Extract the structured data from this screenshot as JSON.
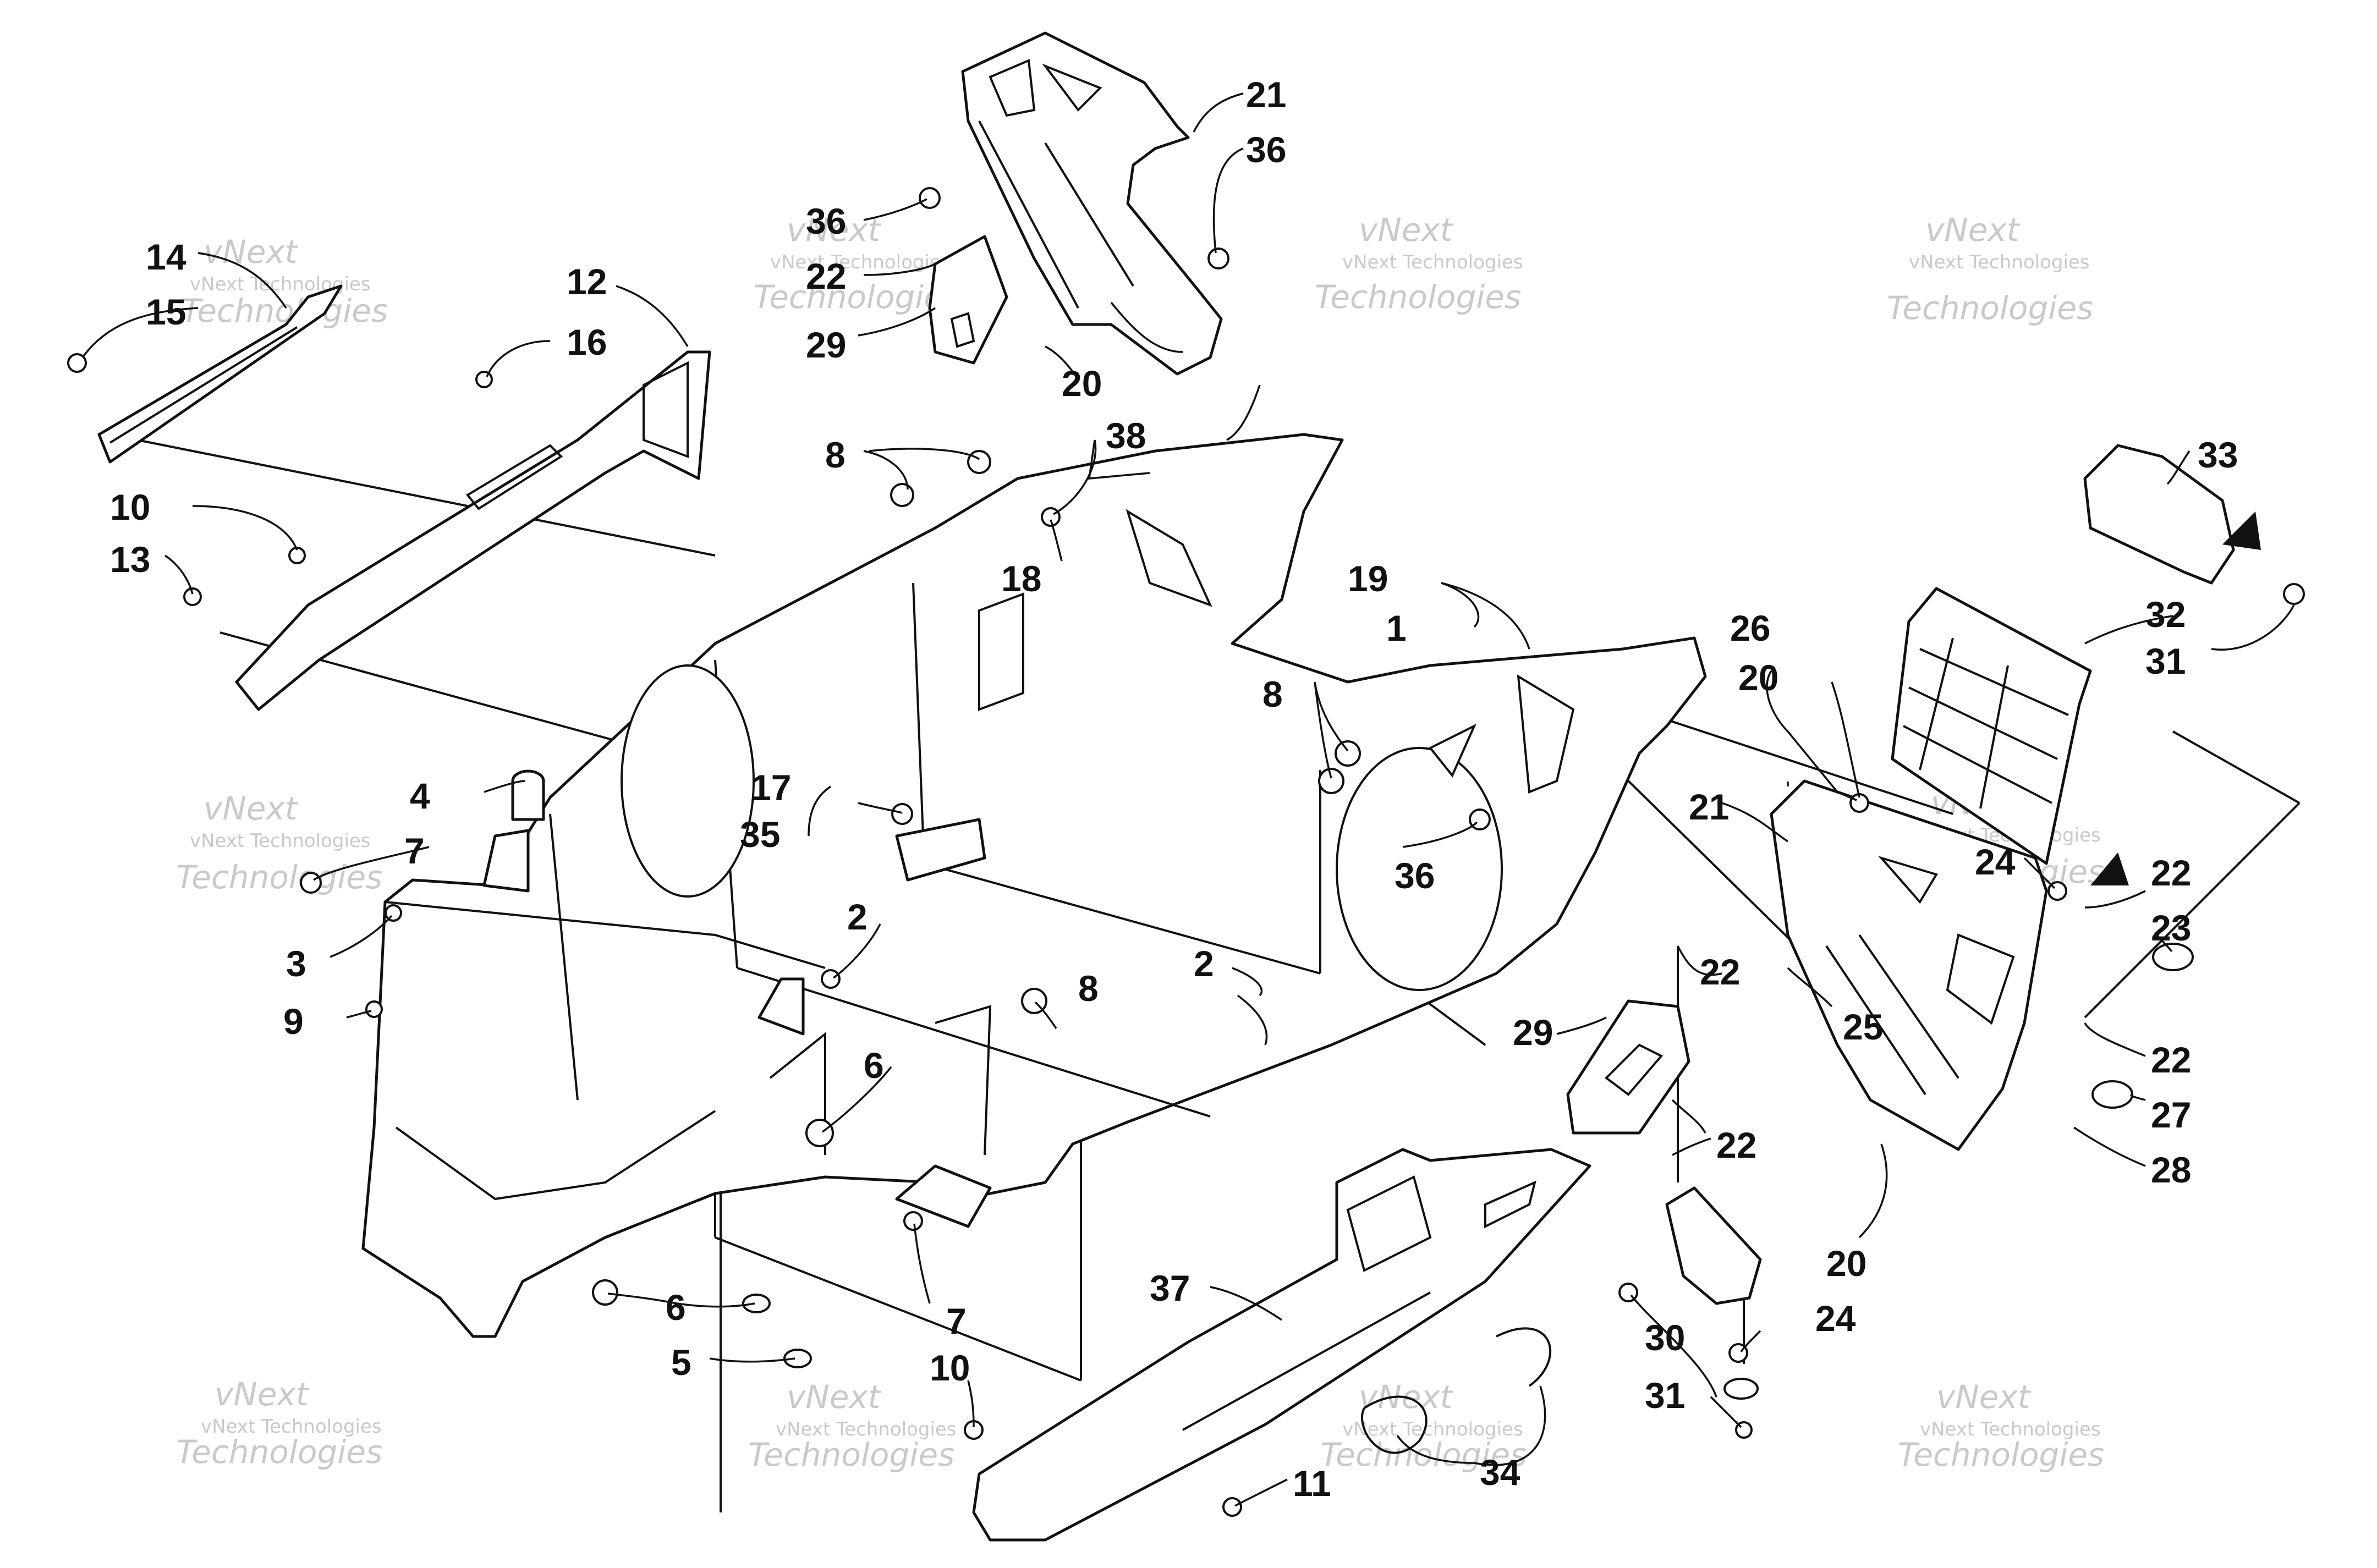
{
  "watermark": {
    "line1": "vNext Technologies",
    "line2": "vNext",
    "line3": "Technologies"
  },
  "callouts": [
    {
      "id": "c1",
      "text": "1"
    },
    {
      "id": "c2a",
      "text": "2"
    },
    {
      "id": "c2b",
      "text": "2"
    },
    {
      "id": "c3",
      "text": "3"
    },
    {
      "id": "c4",
      "text": "4"
    },
    {
      "id": "c5",
      "text": "5"
    },
    {
      "id": "c6a",
      "text": "6"
    },
    {
      "id": "c6b",
      "text": "6"
    },
    {
      "id": "c7a",
      "text": "7"
    },
    {
      "id": "c7b",
      "text": "7"
    },
    {
      "id": "c8a",
      "text": "8"
    },
    {
      "id": "c8b",
      "text": "8"
    },
    {
      "id": "c8c",
      "text": "8"
    },
    {
      "id": "c9",
      "text": "9"
    },
    {
      "id": "c10a",
      "text": "10"
    },
    {
      "id": "c10b",
      "text": "10"
    },
    {
      "id": "c11",
      "text": "11"
    },
    {
      "id": "c12",
      "text": "12"
    },
    {
      "id": "c13",
      "text": "13"
    },
    {
      "id": "c14",
      "text": "14"
    },
    {
      "id": "c15",
      "text": "15"
    },
    {
      "id": "c16",
      "text": "16"
    },
    {
      "id": "c17",
      "text": "17"
    },
    {
      "id": "c18",
      "text": "18"
    },
    {
      "id": "c19",
      "text": "19"
    },
    {
      "id": "c20a",
      "text": "20"
    },
    {
      "id": "c20b",
      "text": "20"
    },
    {
      "id": "c20c",
      "text": "20"
    },
    {
      "id": "c21a",
      "text": "21"
    },
    {
      "id": "c21b",
      "text": "21"
    },
    {
      "id": "c22a",
      "text": "22"
    },
    {
      "id": "c22b",
      "text": "22"
    },
    {
      "id": "c22c",
      "text": "22"
    },
    {
      "id": "c22d",
      "text": "22"
    },
    {
      "id": "c22e",
      "text": "22"
    },
    {
      "id": "c23",
      "text": "23"
    },
    {
      "id": "c24a",
      "text": "24"
    },
    {
      "id": "c24b",
      "text": "24"
    },
    {
      "id": "c25",
      "text": "25"
    },
    {
      "id": "c26",
      "text": "26"
    },
    {
      "id": "c27",
      "text": "27"
    },
    {
      "id": "c28",
      "text": "28"
    },
    {
      "id": "c29a",
      "text": "29"
    },
    {
      "id": "c29b",
      "text": "29"
    },
    {
      "id": "c30",
      "text": "30"
    },
    {
      "id": "c31a",
      "text": "31"
    },
    {
      "id": "c31b",
      "text": "31"
    },
    {
      "id": "c32",
      "text": "32"
    },
    {
      "id": "c33",
      "text": "33"
    },
    {
      "id": "c34",
      "text": "34"
    },
    {
      "id": "c35",
      "text": "35"
    },
    {
      "id": "c36a",
      "text": "36"
    },
    {
      "id": "c36b",
      "text": "36"
    },
    {
      "id": "c36c",
      "text": "36"
    },
    {
      "id": "c37",
      "text": "37"
    },
    {
      "id": "c38",
      "text": "38"
    }
  ]
}
